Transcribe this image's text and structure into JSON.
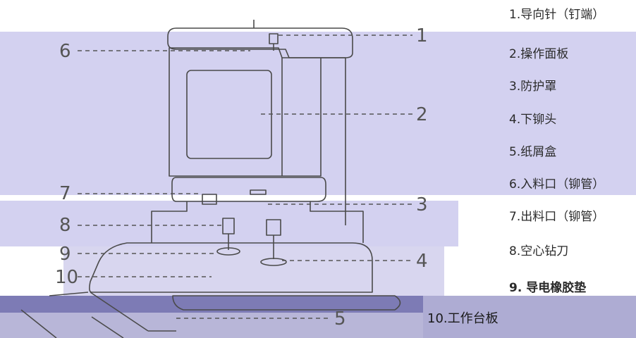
{
  "callouts": [
    "1",
    "2",
    "3",
    "4",
    "5",
    "6",
    "7",
    "8",
    "9",
    "10"
  ],
  "legend": [
    "1.导向针（钉端）",
    "2.操作面板",
    "3.防护罩",
    "4.下铆头",
    "5.纸屑盒",
    "6.入料口（铆管）",
    "7.出料口（铆管）",
    "8.空心钻刀",
    "9. 导电橡胶垫",
    "10.工作台板"
  ],
  "colors": {
    "band": "#d3d1f0",
    "dark_band": "#7d7bb5",
    "line": "#555555",
    "text": "#2a2a2a"
  }
}
